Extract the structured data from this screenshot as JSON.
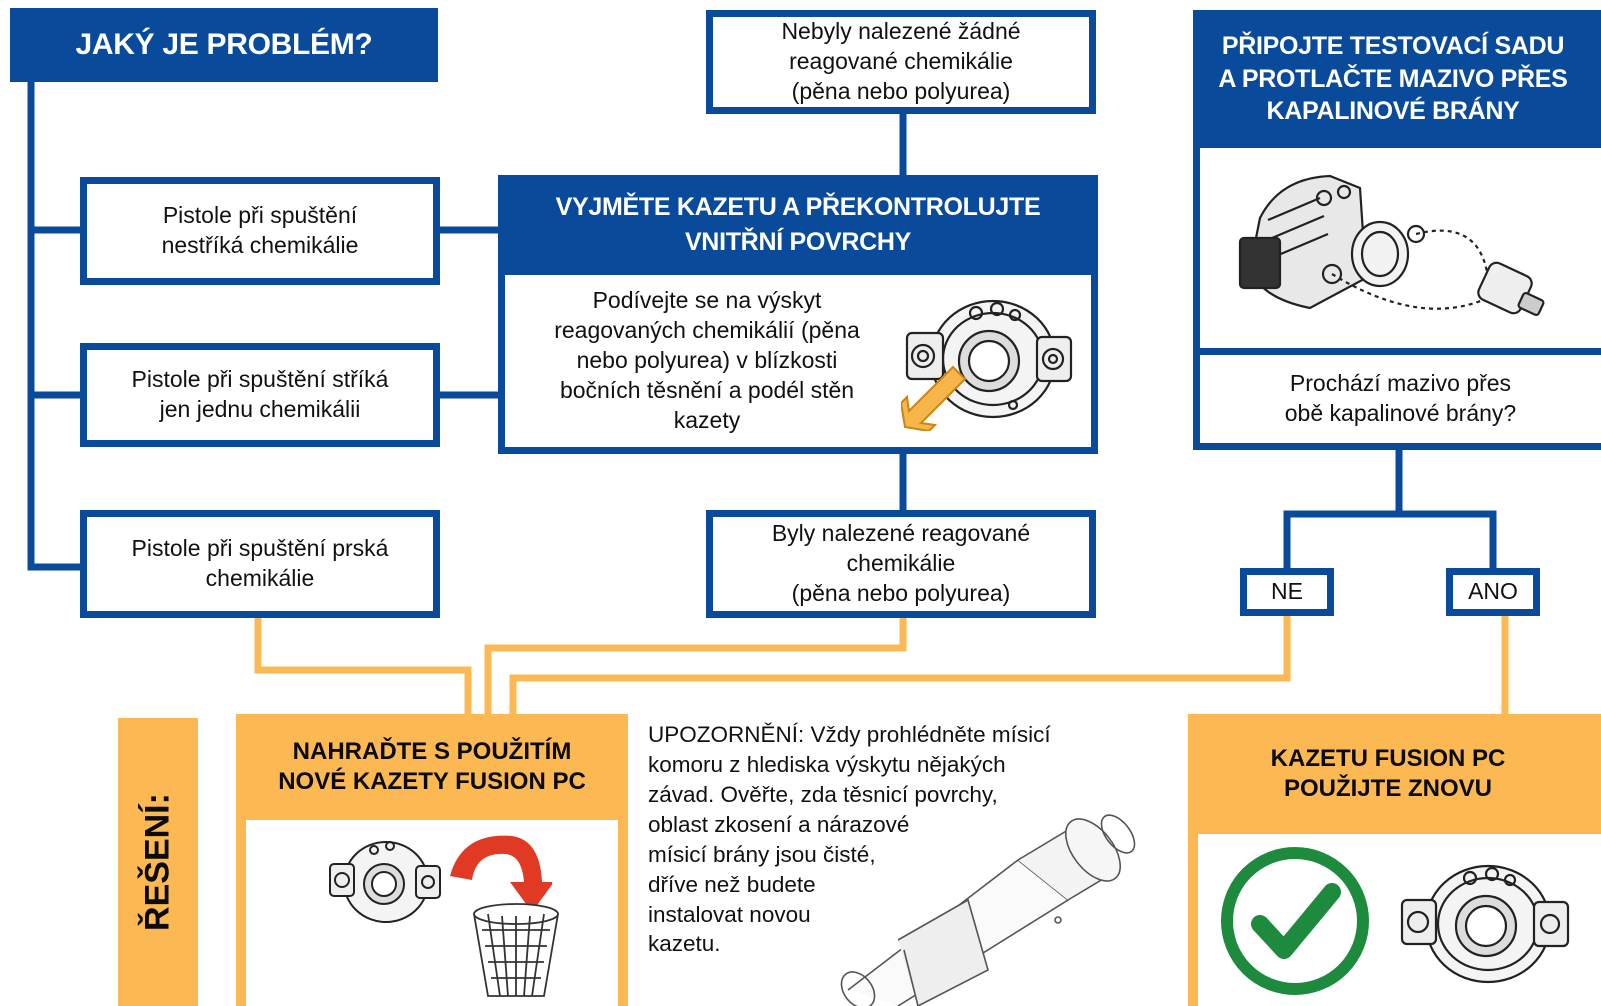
{
  "colors": {
    "blue": "#0a4a9b",
    "orange": "#fbb853",
    "green": "#1e8a3e",
    "arrow_red": "#e03a25",
    "arrow_yellow": "#f7b54a"
  },
  "header": {
    "question": "JAKÝ JE PROBLÉM?"
  },
  "problems": [
    {
      "text": "Pistole při spuštění\nnestříká chemikálie"
    },
    {
      "text": "Pistole při spuštění stříká\njen jednu chemikálii"
    },
    {
      "text": "Pistole při spuštění prská\nchemikálie"
    }
  ],
  "inspect": {
    "title": "VYJMĚTE KAZETU A PŘEKONTROLUJTE\nVNITŘNÍ POVRCHY",
    "body": "Podívejte se na výskyt\nreagovaných chemikálií (pěna\nnebo polyurea) v blízkosti\nbočních těsnění a podél stěn\nkazety"
  },
  "results": {
    "not_found": "Nebyly nalezené žádné\nreagované chemikálie\n(pěna nebo polyurea)",
    "found": "Byly nalezené reagované\nchemikálie\n(pěna nebo polyurea)"
  },
  "test": {
    "title": "PŘIPOJTE TESTOVACÍ SADU\nA PROTLAČTE MAZIVO PŘES\nKAPALINOVÉ BRÁNY",
    "question": "Prochází mazivo přes\nobě kapalinové brány?",
    "no": "NE",
    "yes": "ANO"
  },
  "solution": {
    "label": "ŘEŠENÍ:",
    "replace": "NAHRAĎTE S POUŽITÍM\nNOVÉ KAZETY FUSION PC",
    "reuse": "KAZETU FUSION PC\nPOUŽIJTE ZNOVU",
    "warning": "UPOZORNĚNÍ: Vždy prohlédněte mísicí\nkomoru z hlediska výskytu nějakých\nzávad. Ověřte, zda těsnicí povrchy,\noblast zkosení a nárazové\nmísicí brány jsou čisté,\ndříve než budete\ninstalovat novou\nkazetu."
  },
  "icons": [
    "cartridge-icon",
    "pointer-arrow-icon",
    "test-kit-icon",
    "trash-basket-icon",
    "discard-arrow-icon",
    "check-icon",
    "mixing-chamber-icon"
  ]
}
